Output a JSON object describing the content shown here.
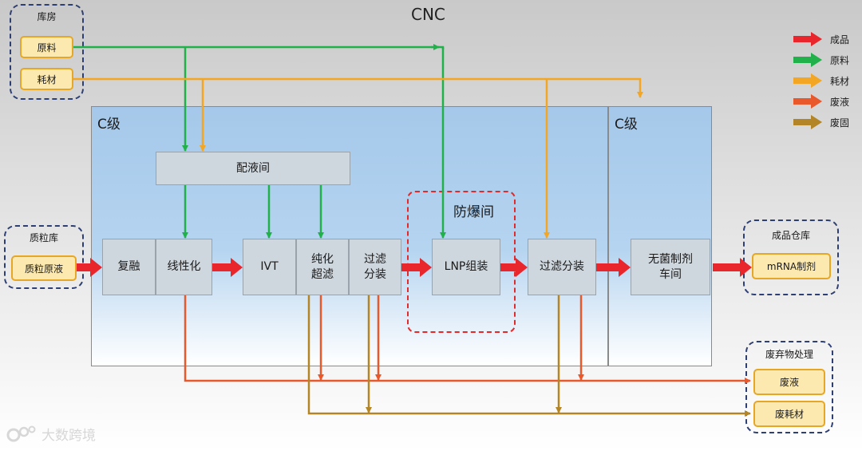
{
  "title": "CNC",
  "zones": {
    "c_grade_left": "C级",
    "c_grade_right": "C级"
  },
  "explosion_room": "防爆间",
  "storage": {
    "title": "库房",
    "raw": "原料",
    "consumable": "耗材"
  },
  "plasmid": {
    "title": "质粒库",
    "item": "质粒原液"
  },
  "finished": {
    "title": "成品仓库",
    "item": "mRNA制剂"
  },
  "waste": {
    "title": "废弃物处理",
    "liquid": "废液",
    "solid": "废耗材"
  },
  "processes": {
    "prep": "配液间",
    "recover": "复融",
    "linearize": "线性化",
    "ivt": "IVT",
    "purify_1": "纯化",
    "purify_2": "超滤",
    "filter_1": "过滤",
    "filter_2": "分装",
    "lnp": "LNP组装",
    "filter_pack": "过滤分装",
    "sterile_1": "无菌制剂",
    "sterile_2": "车间"
  },
  "legend": [
    {
      "label": "成品",
      "color": "#e8262b"
    },
    {
      "label": "原料",
      "color": "#21b14b"
    },
    {
      "label": "耗材",
      "color": "#f3a623"
    },
    {
      "label": "废液",
      "color": "#e9582a"
    },
    {
      "label": "废固",
      "color": "#b38526"
    }
  ],
  "watermark": "大数跨境"
}
